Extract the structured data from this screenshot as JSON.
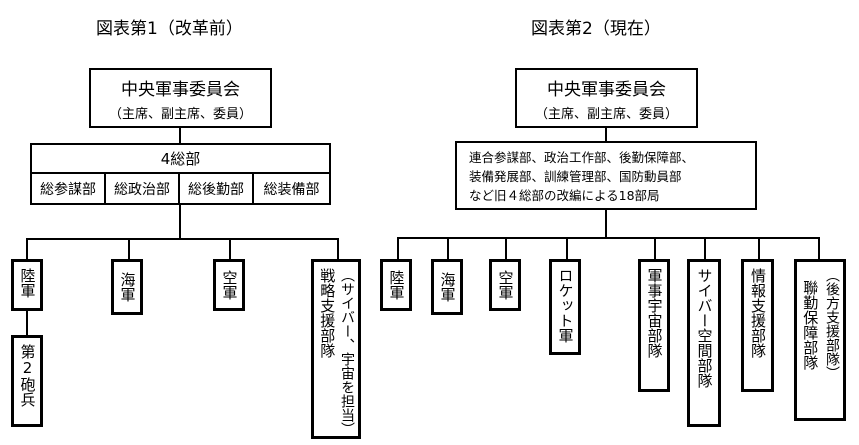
{
  "left": {
    "title": "図表第1（改革前）",
    "cmc_name": "中央軍事委員会",
    "cmc_members": "（主席、副主席、委員）",
    "general_departments": "4総部",
    "departments": [
      "総参謀部",
      "総政治部",
      "総後勤部",
      "総装備部"
    ],
    "services": {
      "army": "陸軍",
      "navy": "海軍",
      "airforce": "空軍",
      "ssf_name": "戦略支援部隊",
      "ssf_note": "（サイバー、宇宙を担当）",
      "artillery": "第2砲兵"
    }
  },
  "right": {
    "title": "図表第2（現在）",
    "cmc_name": "中央軍事委員会",
    "cmc_members": "（主席、副主席、委員）",
    "bureaus_line1": "連合参謀部、政治工作部、後勤保障部、",
    "bureaus_line2": "装備発展部、訓練管理部、国防動員部",
    "bureaus_line3": "など旧４総部の改編による18部局",
    "services": {
      "army": "陸軍",
      "navy": "海軍",
      "airforce": "空軍",
      "rocket": "ロケット軍",
      "aerospace": "軍事宇宙部隊",
      "cyber": "サイバー空間部隊",
      "info": "情報支援部隊",
      "jlsf_name": "聯勤保障部隊",
      "jlsf_note": "（後方支援部隊）"
    }
  }
}
